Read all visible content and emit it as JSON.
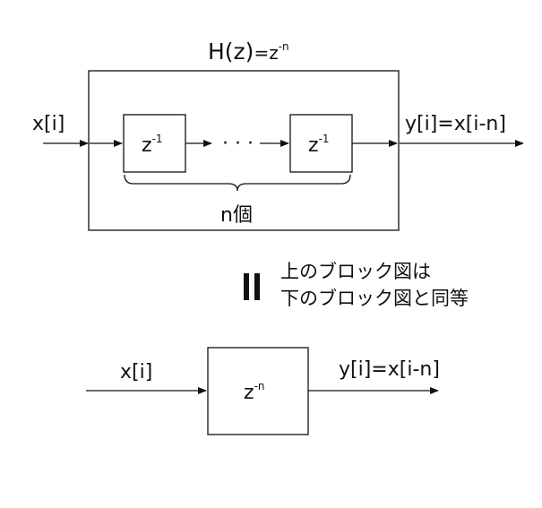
{
  "top": {
    "title_main": "H(z)",
    "title_eq": "=z",
    "title_exp": "-n",
    "input_label": "x[i]",
    "output_label": "y[i]=x[i-n]",
    "delay_base": "z",
    "delay_exp": "-1",
    "ellipsis": "· · ·",
    "count_label": "n個"
  },
  "equivalence": {
    "symbol": "=",
    "line1": "上のブロック図は",
    "line2": "下のブロック図と同等"
  },
  "bottom": {
    "input_label": "x[i]",
    "output_label": "y[i]=x[i-n]",
    "delay_base": "z",
    "delay_exp": "-n"
  }
}
